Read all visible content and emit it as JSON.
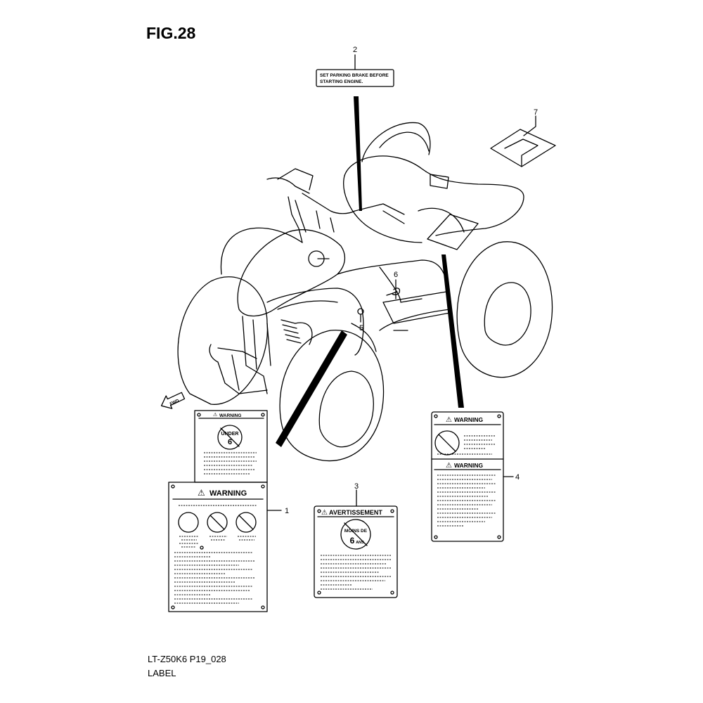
{
  "figure": {
    "title": "FIG.28",
    "code": "LT-Z50K6 P19_028",
    "caption": "LABEL"
  },
  "callouts": [
    "1",
    "2",
    "3",
    "4",
    "5",
    "6",
    "7"
  ],
  "labels": {
    "parking_brake": {
      "line1": "SET PARKING BRAKE BEFORE",
      "line2": "STARTING ENGINE."
    },
    "warning_word": "WARNING",
    "avertissement_word": "AVERTISSEMENT",
    "under6": {
      "top": "UNDER",
      "num": "6"
    },
    "moins6": {
      "top": "MOINS DE",
      "num": "6",
      "unit": "ANS"
    },
    "fwd": "FWD"
  },
  "colors": {
    "ink": "#000000",
    "paper": "#ffffff"
  }
}
